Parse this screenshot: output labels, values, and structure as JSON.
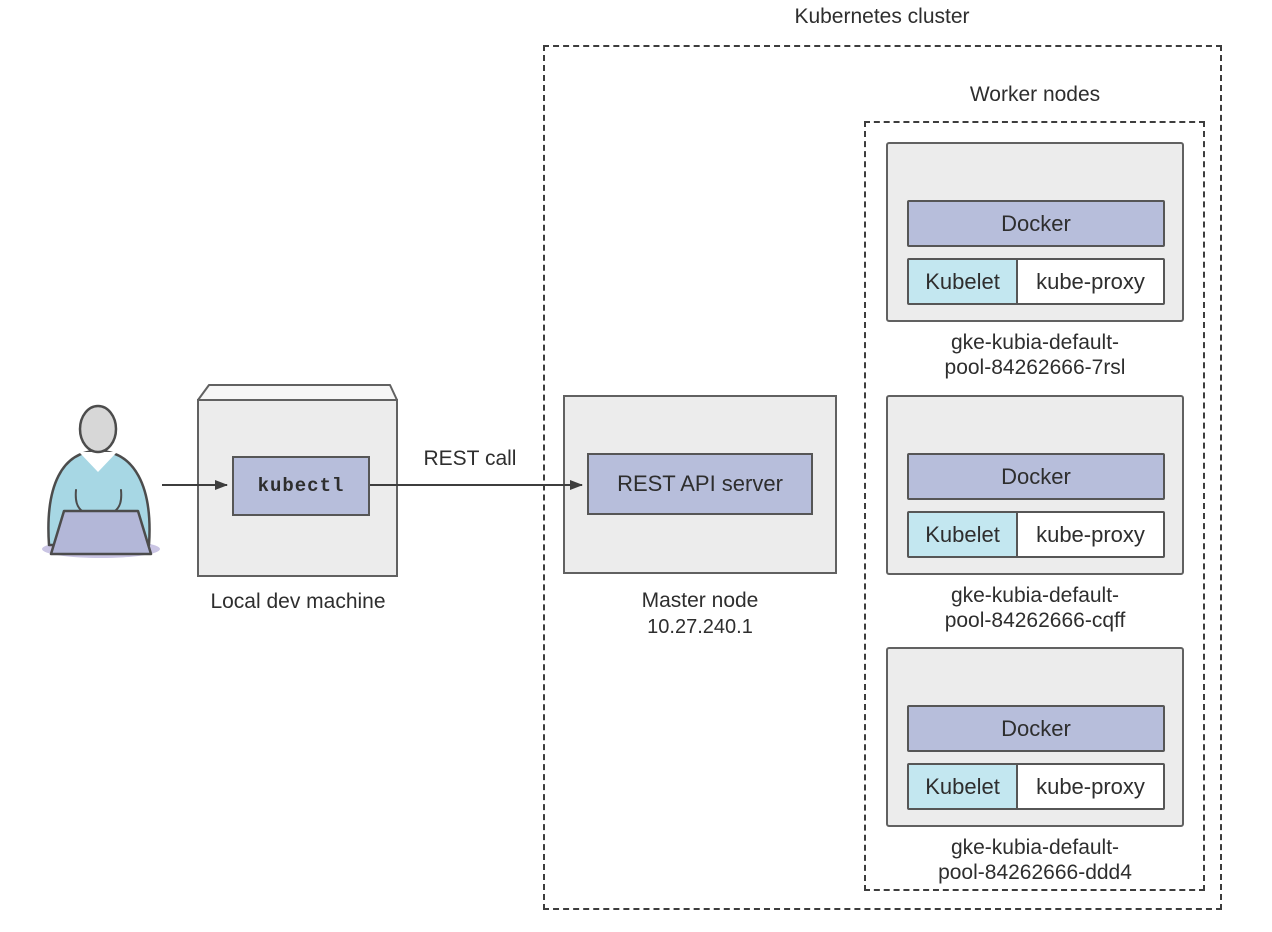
{
  "cluster": {
    "title": "Kubernetes cluster"
  },
  "worker_nodes": {
    "title": "Worker nodes",
    "nodes": [
      {
        "docker_label": "Docker",
        "kubelet_label": "Kubelet",
        "kube_proxy_label": "kube-proxy",
        "name_line1": "gke-kubia-default-",
        "name_line2": "pool-84262666-7rsl"
      },
      {
        "docker_label": "Docker",
        "kubelet_label": "Kubelet",
        "kube_proxy_label": "kube-proxy",
        "name_line1": "gke-kubia-default-",
        "name_line2": "pool-84262666-cqff"
      },
      {
        "docker_label": "Docker",
        "kubelet_label": "Kubelet",
        "kube_proxy_label": "kube-proxy",
        "name_line1": "gke-kubia-default-",
        "name_line2": "pool-84262666-ddd4"
      }
    ]
  },
  "master_node": {
    "api_server_label": "REST API server",
    "title": "Master node",
    "ip": "10.27.240.1"
  },
  "local_machine": {
    "kubectl_label": "kubectl",
    "title": "Local dev machine"
  },
  "connections": {
    "rest_call_label": "REST call"
  },
  "icons": {
    "person": "person-at-laptop-icon"
  },
  "colors": {
    "lavender_fill": "#b7bedb",
    "cyan_fill": "#c3e7f0",
    "node_gray_fill": "#ececec",
    "white_fill": "#ffffff",
    "box_top_face": "#f6f6f6",
    "border_dark": "#565656",
    "dashed_border": "#3d3d3d",
    "arrow": "#3d3d3d",
    "person_body": "#a7d7e4",
    "person_head": "#d7d7d7",
    "laptop_fill": "#b3b7d8",
    "laptop_shadow": "#cac5e4",
    "outline": "#4c4c4c"
  }
}
